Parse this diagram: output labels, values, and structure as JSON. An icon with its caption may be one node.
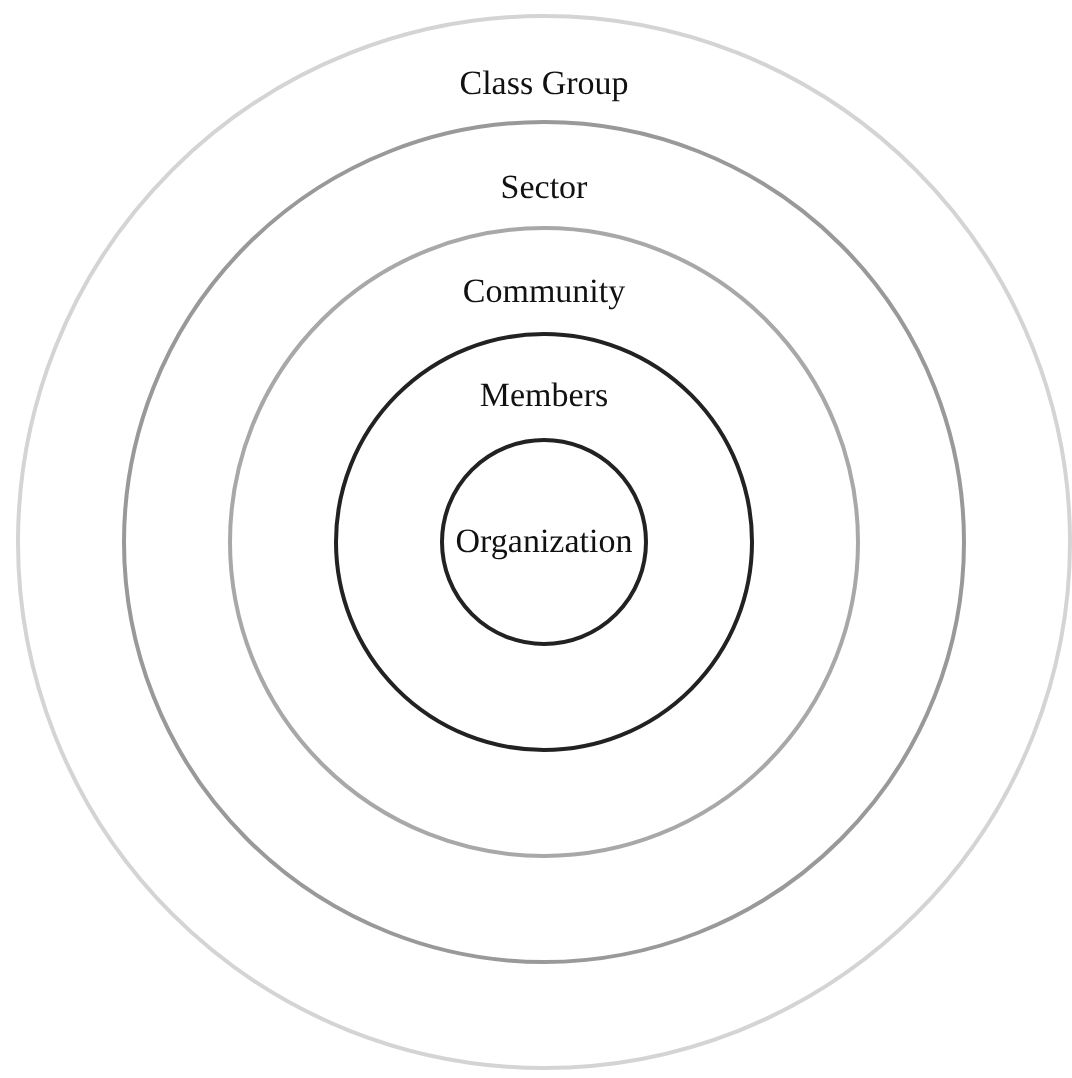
{
  "diagram": {
    "nodes": [
      {
        "text": [
          "Class Group"
        ]
      },
      {
        "text": [
          "Sector"
        ],
        "in": 0
      },
      {
        "text": [
          "Community"
        ],
        "in": 1
      },
      {
        "text": [
          "Members"
        ],
        "in": 2
      },
      {
        "text": [
          "Organization"
        ],
        "in": 3
      }
    ]
  }
}
